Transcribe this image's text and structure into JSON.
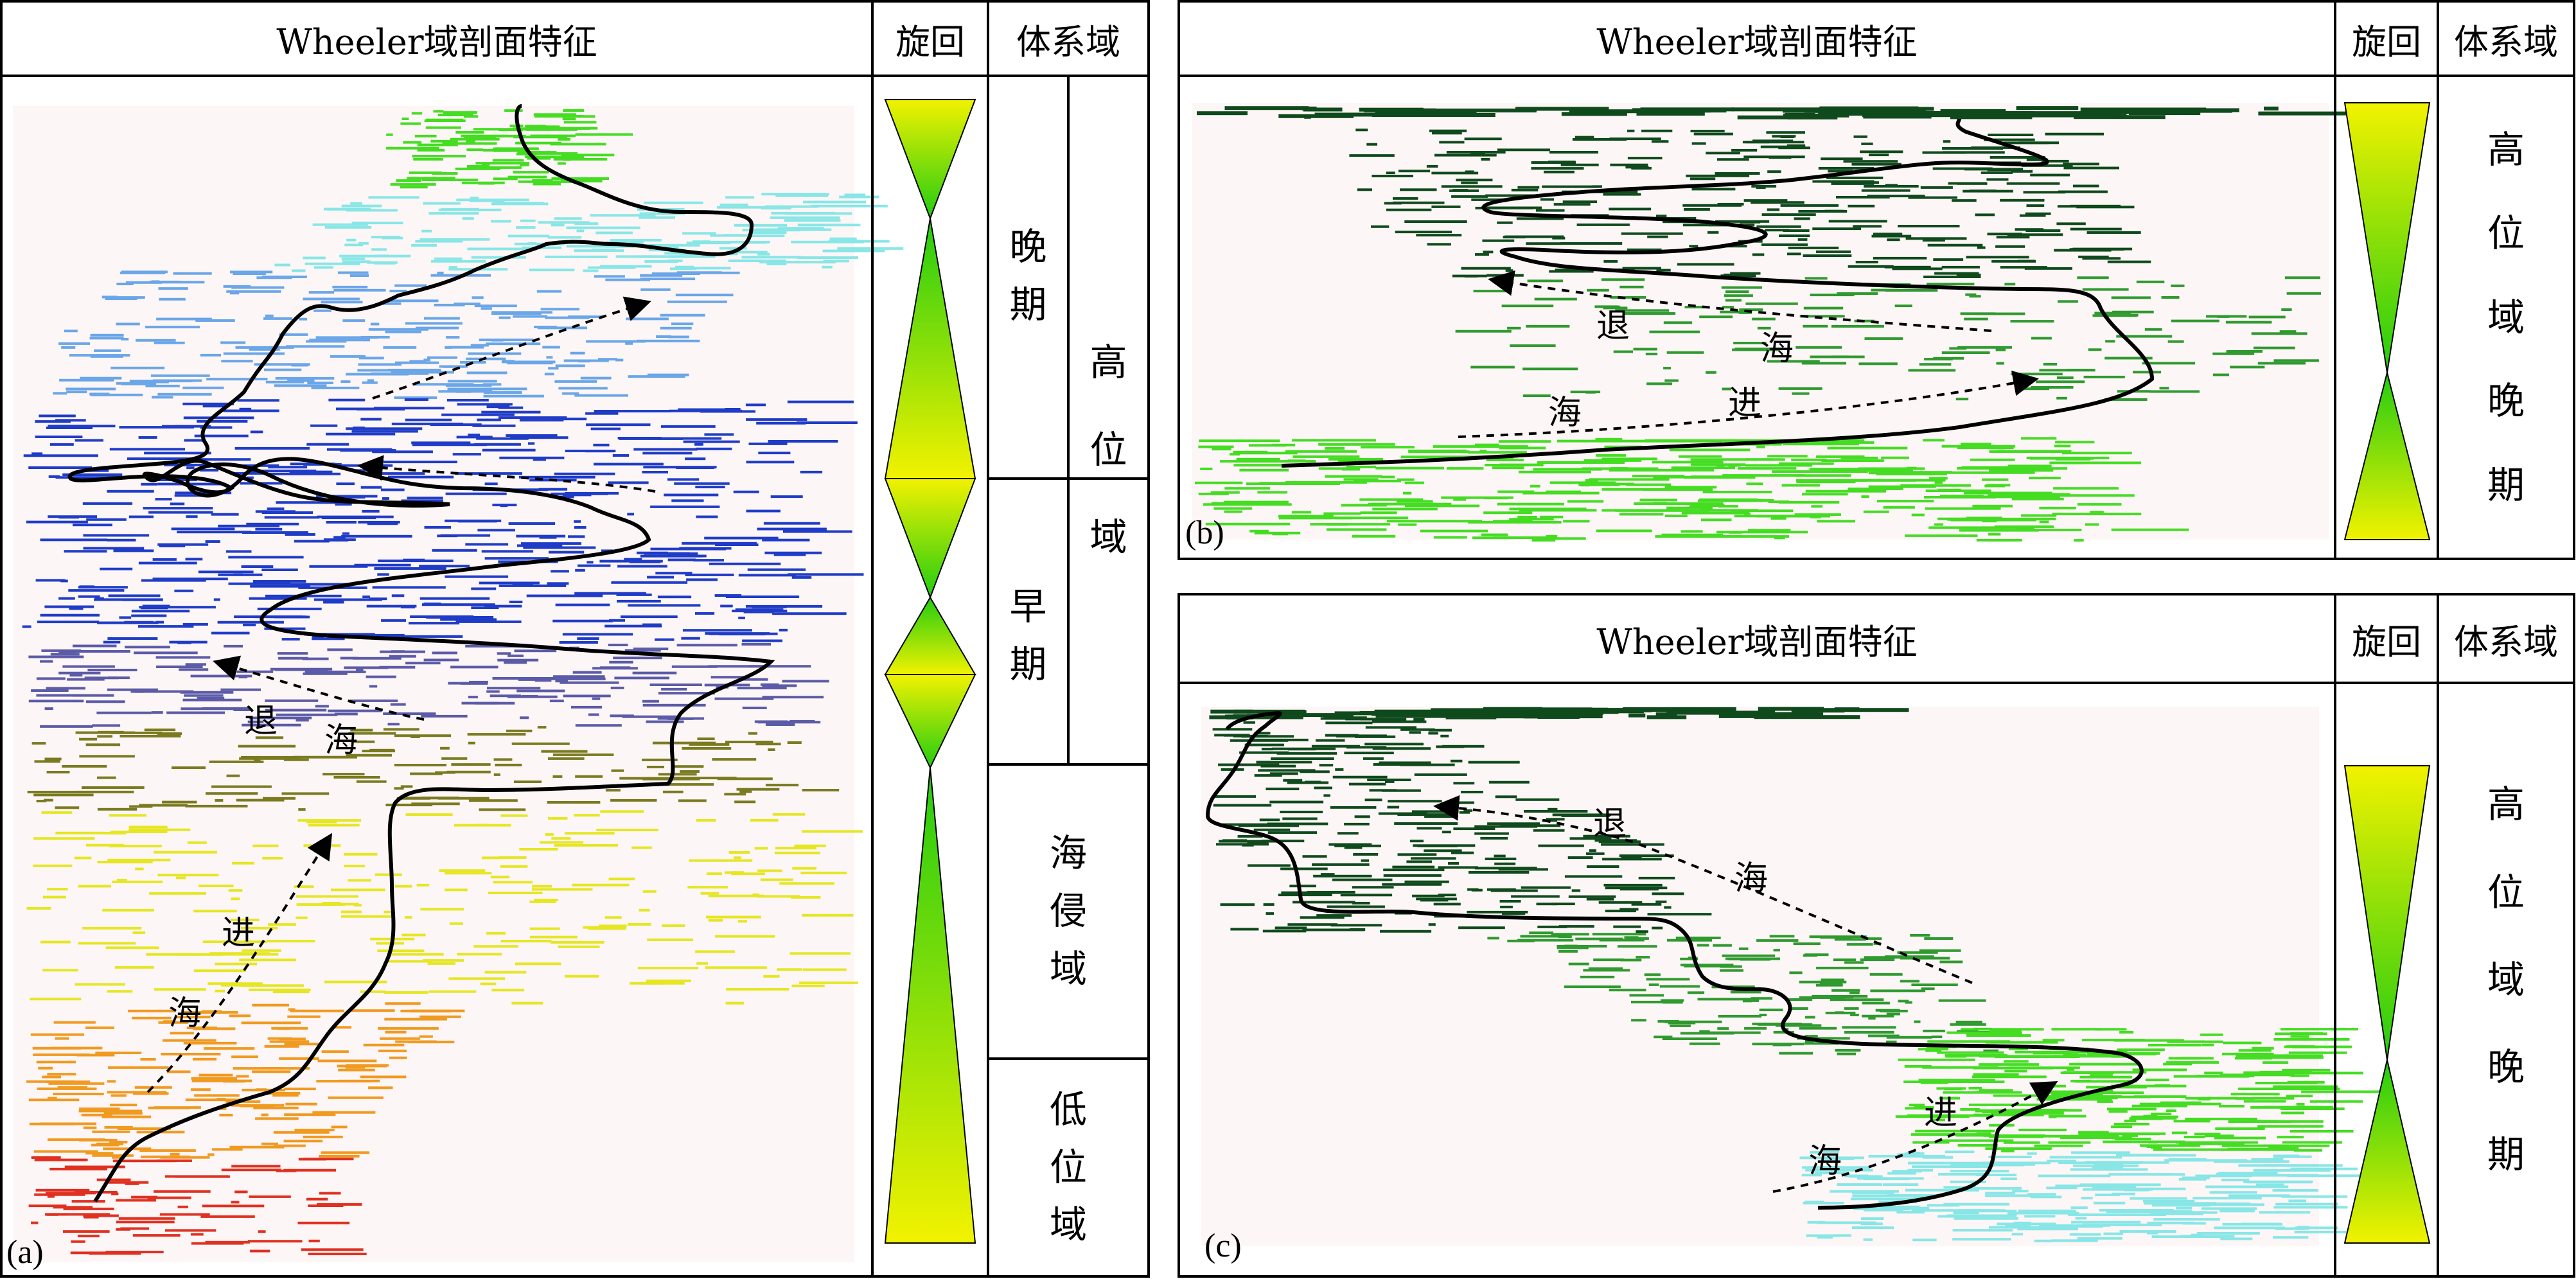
{
  "panel_a": {
    "header_profile": "Wheeler域剖面特征",
    "header_cycle": "旋回",
    "header_systems_tract": "体系域",
    "tag": "(a)",
    "tract_late_chars": [
      "晚",
      "期"
    ],
    "tract_early_chars": [
      "早",
      "期"
    ],
    "tract_highstand_chars": [
      "高",
      "位",
      "域"
    ],
    "tract_transgressive_chars": [
      "海",
      "侵",
      "域"
    ],
    "tract_lowstand_chars": [
      "低",
      "位",
      "域"
    ],
    "regress_chars": [
      "退",
      "海"
    ],
    "progress_chars": [
      "进",
      "海"
    ]
  },
  "panel_b": {
    "header_profile": "Wheeler域剖面特征",
    "header_cycle": "旋回",
    "header_systems_tract": "体系域",
    "tag": "(b)",
    "tract_chars": [
      "高",
      "位",
      "域",
      "晚",
      "期"
    ],
    "regress_chars": [
      "退",
      "海"
    ],
    "progress_chars": [
      "海",
      "进"
    ]
  },
  "panel_c": {
    "header_profile": "Wheeler域剖面特征",
    "header_cycle": "旋回",
    "header_systems_tract": "体系域",
    "tag": "(c)",
    "tract_chars": [
      "高",
      "位",
      "域",
      "晚",
      "期"
    ],
    "regress_chars": [
      "退",
      "海"
    ],
    "progress_chars": [
      "海",
      "进"
    ]
  },
  "colors": {
    "frame": "#000000",
    "section_bg": "#fdf6f6",
    "cycle_yellow": "#f2f200",
    "cycle_green": "#22cc11",
    "dark_green": "#0f4a1c",
    "mid_green": "#2f9a2f",
    "light_green": "#44dd22",
    "cyan": "#88e6e6",
    "blue": "#1f3cc8",
    "olive": "#7a7a20",
    "yellow": "#e6e622",
    "orange": "#f09a20",
    "red": "#e03020"
  }
}
